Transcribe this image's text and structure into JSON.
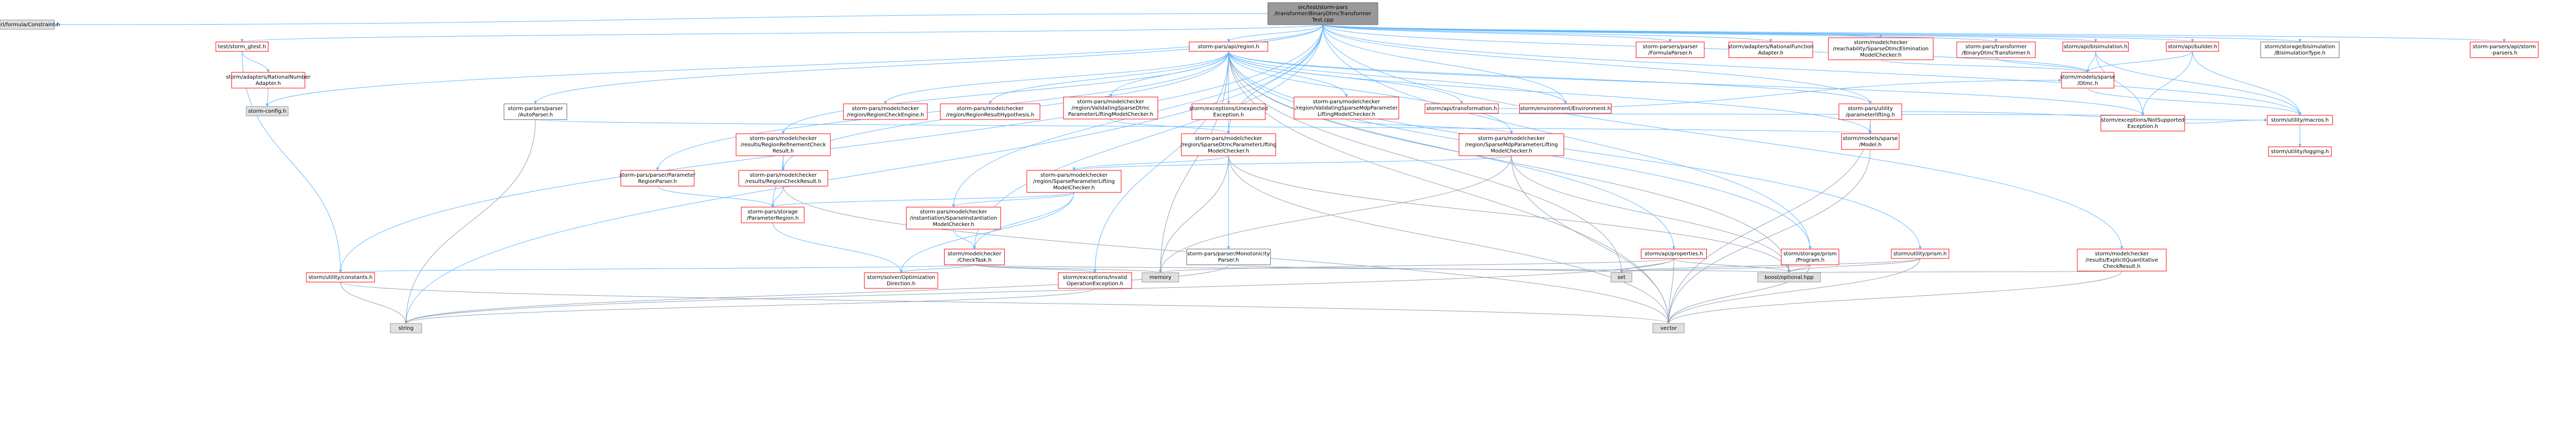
{
  "colors": {
    "root_fill": "#999999",
    "root_stroke": "#666666",
    "linked_fill": "#ffffff",
    "linked_stroke": "#ff0000",
    "linked_text": "#cc0000",
    "external_fill": "#e0e0e0",
    "external_stroke": "#999999",
    "text": "#000000",
    "edge_blue": "#63b8ff",
    "edge_gray": "#8ea1b5"
  },
  "nodes": [
    {
      "id": "root",
      "kind": "root",
      "lines": [
        "src/test/storm-pars",
        "/transformer/BinaryDtmcTransformer",
        "Test.cpp"
      ]
    },
    {
      "id": "carl",
      "kind": "external",
      "lines": [
        "carl/formula/Constraint.h"
      ]
    },
    {
      "id": "test_gtest",
      "kind": "linked",
      "lines": [
        "test/storm_gtest.h"
      ]
    },
    {
      "id": "rational_adapter",
      "kind": "linked",
      "lines": [
        "storm/adapters/RationalNumber",
        "Adapter.h"
      ]
    },
    {
      "id": "storm_config",
      "kind": "external",
      "lines": [
        "storm-config.h"
      ]
    },
    {
      "id": "auto_parser",
      "kind": "plain",
      "lines": [
        "storm-parsers/parser",
        "/AutoParser.h"
      ]
    },
    {
      "id": "api_region",
      "kind": "linked",
      "lines": [
        "storm-pars/api/region.h"
      ]
    },
    {
      "id": "region_check_engine",
      "kind": "linked",
      "lines": [
        "storm-pars/modelchecker",
        "/region/RegionCheckEngine.h"
      ]
    },
    {
      "id": "region_result_hypothesis",
      "kind": "linked",
      "lines": [
        "storm-pars/modelchecker",
        "/region/RegionResultHypothesis.h"
      ]
    },
    {
      "id": "validating_dtmc",
      "kind": "linked",
      "lines": [
        "storm-pars/modelchecker",
        "/region/ValidatingSparseDtmc",
        "ParameterLiftingModelChecker.h"
      ]
    },
    {
      "id": "unexpected_exception",
      "kind": "linked",
      "lines": [
        "storm/exceptions/Unexpected",
        "Exception.h"
      ]
    },
    {
      "id": "validating_mdp",
      "kind": "linked",
      "lines": [
        "storm-pars/modelchecker",
        "/region/ValidatingSparseMdpParameter",
        "LiftingModelChecker.h"
      ]
    },
    {
      "id": "api_transformation",
      "kind": "linked",
      "lines": [
        "storm/api/transformation.h"
      ]
    },
    {
      "id": "environment",
      "kind": "linked",
      "lines": [
        "storm/environment/Environment.h"
      ]
    },
    {
      "id": "formula_parser",
      "kind": "linked",
      "lines": [
        "storm-parsers/parser",
        "/FormulaParser.h"
      ]
    },
    {
      "id": "rational_function_adapter",
      "kind": "linked",
      "lines": [
        "storm/adapters/RationalFunction",
        "Adapter.h"
      ]
    },
    {
      "id": "reachability_dtmc",
      "kind": "linked",
      "lines": [
        "storm/modelchecker",
        "/reachability/SparseDtmcElimination",
        "ModelChecker.h"
      ]
    },
    {
      "id": "binary_dtmc_transformer",
      "kind": "linked",
      "lines": [
        "storm-pars/transformer",
        "/BinaryDtmcTransformer.h"
      ]
    },
    {
      "id": "api_bisimulation",
      "kind": "linked",
      "lines": [
        "storm/api/bisimulation.h"
      ]
    },
    {
      "id": "api_builder",
      "kind": "linked",
      "lines": [
        "storm/api/builder.h"
      ]
    },
    {
      "id": "bisimulation_type",
      "kind": "plain",
      "lines": [
        "storm/storage/bisimulation",
        "/BisimulationType.h"
      ]
    },
    {
      "id": "parsers_api",
      "kind": "linked",
      "lines": [
        "storm-parsers/api/storm",
        "-parsers.h"
      ]
    },
    {
      "id": "region_refinement",
      "kind": "linked",
      "lines": [
        "storm-pars/modelchecker",
        "/results/RegionRefinementCheck",
        "Result.h"
      ]
    },
    {
      "id": "region_check_result",
      "kind": "linked",
      "lines": [
        "storm-pars/modelchecker",
        "/results/RegionCheckResult.h"
      ]
    },
    {
      "id": "sparse_dtmc_lifting",
      "kind": "linked",
      "lines": [
        "storm-pars/modelchecker",
        "/region/SparseDtmcParameterLifting",
        "ModelChecker.h"
      ]
    },
    {
      "id": "sparse_mdp_lifting",
      "kind": "linked",
      "lines": [
        "storm-pars/modelchecker",
        "/region/SparseMdpParameterLifting",
        "ModelChecker.h"
      ]
    },
    {
      "id": "sparse_param_lifting",
      "kind": "linked",
      "lines": [
        "storm-pars/modelchecker",
        "/region/SparseParameterLifting",
        "ModelChecker.h"
      ]
    },
    {
      "id": "parameter_region_parser",
      "kind": "linked",
      "lines": [
        "storm-pars/parser/Parameter",
        "RegionParser.h"
      ]
    },
    {
      "id": "parameter_region",
      "kind": "linked",
      "lines": [
        "storm-pars/storage",
        "/ParameterRegion.h"
      ]
    },
    {
      "id": "sparse_instantiation",
      "kind": "linked",
      "lines": [
        "storm-pars/modelchecker",
        "/instantiation/SparseInstantiation",
        "ModelChecker.h"
      ]
    },
    {
      "id": "check_task",
      "kind": "linked",
      "lines": [
        "storm/modelchecker",
        "/CheckTask.h"
      ]
    },
    {
      "id": "monotonicity_parser",
      "kind": "plain",
      "lines": [
        "storm-pars/parser/Monotonicity",
        "Parser.h"
      ]
    },
    {
      "id": "api_properties",
      "kind": "linked",
      "lines": [
        "storm/api/properties.h"
      ]
    },
    {
      "id": "storage_prism_program",
      "kind": "linked",
      "lines": [
        "storm/storage/prism",
        "/Program.h"
      ]
    },
    {
      "id": "utility_prism",
      "kind": "linked",
      "lines": [
        "storm/utility/prism.h"
      ]
    },
    {
      "id": "explicit_quantitative",
      "kind": "linked",
      "lines": [
        "storm/modelchecker",
        "/results/ExplicitQuantitative",
        "CheckResult.h"
      ]
    },
    {
      "id": "parameter_lifting_util",
      "kind": "linked",
      "lines": [
        "storm-pars/utility",
        "/parameterlifting.h"
      ]
    },
    {
      "id": "models_sparse_model",
      "kind": "linked",
      "lines": [
        "storm/models/sparse",
        "/Model.h"
      ]
    },
    {
      "id": "models_sparse_dtmc",
      "kind": "linked",
      "lines": [
        "storm/models/sparse",
        "/Dtmc.h"
      ]
    },
    {
      "id": "not_supported_exception",
      "kind": "linked",
      "lines": [
        "storm/exceptions/NotSupported",
        "Exception.h"
      ]
    },
    {
      "id": "utility_macros",
      "kind": "linked",
      "lines": [
        "storm/utility/macros.h"
      ]
    },
    {
      "id": "utility_logging",
      "kind": "linked",
      "lines": [
        "storm/utility/logging.h"
      ]
    },
    {
      "id": "utility_constants",
      "kind": "linked",
      "lines": [
        "storm/utility/constants.h"
      ]
    },
    {
      "id": "solver_optimization",
      "kind": "linked",
      "lines": [
        "storm/solver/Optimization",
        "Direction.h"
      ]
    },
    {
      "id": "invalid_operation",
      "kind": "linked",
      "lines": [
        "storm/exceptions/Invalid",
        "OperationException.h"
      ]
    },
    {
      "id": "memory",
      "kind": "external",
      "lines": [
        "memory"
      ]
    },
    {
      "id": "set",
      "kind": "external",
      "lines": [
        "set"
      ]
    },
    {
      "id": "boost_optional",
      "kind": "external",
      "lines": [
        "boost/optional.hpp"
      ]
    },
    {
      "id": "string",
      "kind": "external",
      "lines": [
        "string"
      ]
    },
    {
      "id": "vector",
      "kind": "external",
      "lines": [
        "vector"
      ]
    }
  ],
  "edges": [
    [
      "root",
      "carl"
    ],
    [
      "root",
      "test_gtest"
    ],
    [
      "root",
      "storm_config"
    ],
    [
      "root",
      "auto_parser"
    ],
    [
      "root",
      "api_region"
    ],
    [
      "root",
      "formula_parser"
    ],
    [
      "root",
      "rational_function_adapter"
    ],
    [
      "root",
      "reachability_dtmc"
    ],
    [
      "root",
      "binary_dtmc_transformer"
    ],
    [
      "root",
      "api_bisimulation"
    ],
    [
      "root",
      "api_builder"
    ],
    [
      "root",
      "bisimulation_type"
    ],
    [
      "root",
      "parsers_api"
    ],
    [
      "root",
      "utility_constants"
    ],
    [
      "root",
      "string"
    ],
    [
      "root",
      "models_sparse_dtmc"
    ],
    [
      "root",
      "utility_macros"
    ],
    [
      "root",
      "parameter_lifting_util"
    ],
    [
      "root",
      "explicit_quantitative"
    ],
    [
      "root",
      "check_task"
    ],
    [
      "root",
      "sparse_instantiation"
    ],
    [
      "root",
      "storage_prism_program"
    ],
    [
      "root",
      "environment"
    ],
    [
      "root",
      "sparse_dtmc_lifting"
    ],
    [
      "test_gtest",
      "rational_adapter"
    ],
    [
      "test_gtest",
      "utility_constants"
    ],
    [
      "rational_adapter",
      "storm_config"
    ],
    [
      "auto_parser",
      "models_sparse_model"
    ],
    [
      "auto_parser",
      "string"
    ],
    [
      "api_region",
      "region_check_engine"
    ],
    [
      "api_region",
      "region_result_hypothesis"
    ],
    [
      "api_region",
      "validating_dtmc"
    ],
    [
      "api_region",
      "unexpected_exception"
    ],
    [
      "api_region",
      "validating_mdp"
    ],
    [
      "api_region",
      "api_transformation"
    ],
    [
      "api_region",
      "environment"
    ],
    [
      "api_region",
      "region_refinement"
    ],
    [
      "api_region",
      "region_check_result"
    ],
    [
      "api_region",
      "sparse_dtmc_lifting"
    ],
    [
      "api_region",
      "sparse_mdp_lifting"
    ],
    [
      "api_region",
      "parameter_region_parser"
    ],
    [
      "api_region",
      "monotonicity_parser"
    ],
    [
      "api_region",
      "api_properties"
    ],
    [
      "api_region",
      "utility_prism"
    ],
    [
      "api_region",
      "memory"
    ],
    [
      "api_region",
      "boost_optional"
    ],
    [
      "api_region",
      "parameter_lifting_util"
    ],
    [
      "api_region",
      "not_supported_exception"
    ],
    [
      "api_region",
      "invalid_operation"
    ],
    [
      "api_region",
      "set"
    ],
    [
      "api_region",
      "vector"
    ],
    [
      "api_region",
      "models_sparse_model"
    ],
    [
      "api_region",
      "storage_prism_program"
    ],
    [
      "validating_dtmc",
      "sparse_dtmc_lifting"
    ],
    [
      "validating_mdp",
      "sparse_mdp_lifting"
    ],
    [
      "sparse_dtmc_lifting",
      "sparse_param_lifting"
    ],
    [
      "sparse_dtmc_lifting",
      "vector"
    ],
    [
      "sparse_dtmc_lifting",
      "memory"
    ],
    [
      "sparse_dtmc_lifting",
      "boost_optional"
    ],
    [
      "sparse_mdp_lifting",
      "sparse_param_lifting"
    ],
    [
      "sparse_mdp_lifting",
      "vector"
    ],
    [
      "sparse_mdp_lifting",
      "memory"
    ],
    [
      "sparse_mdp_lifting",
      "boost_optional"
    ],
    [
      "sparse_param_lifting",
      "parameter_region"
    ],
    [
      "sparse_param_lifting",
      "sparse_instantiation"
    ],
    [
      "sparse_param_lifting",
      "check_task"
    ],
    [
      "sparse_param_lifting",
      "solver_optimization"
    ],
    [
      "region_refinement",
      "region_check_result"
    ],
    [
      "region_refinement",
      "parameter_region"
    ],
    [
      "region_check_result",
      "parameter_region"
    ],
    [
      "region_check_result",
      "vector"
    ],
    [
      "parameter_region_parser",
      "parameter_region"
    ],
    [
      "parameter_region",
      "solver_optimization"
    ],
    [
      "sparse_instantiation",
      "check_task"
    ],
    [
      "check_task",
      "utility_constants"
    ],
    [
      "check_task",
      "solver_optimization"
    ],
    [
      "check_task",
      "invalid_operation"
    ],
    [
      "check_task",
      "boost_optional"
    ],
    [
      "check_task",
      "memory"
    ],
    [
      "monotonicity_parser",
      "string"
    ],
    [
      "monotonicity_parser",
      "set"
    ],
    [
      "api_properties",
      "set"
    ],
    [
      "api_properties",
      "boost_optional"
    ],
    [
      "api_properties",
      "vector"
    ],
    [
      "api_properties",
      "memory"
    ],
    [
      "api_properties",
      "string"
    ],
    [
      "storage_prism_program",
      "set"
    ],
    [
      "storage_prism_program",
      "boost_optional"
    ],
    [
      "storage_prism_program",
      "vector"
    ],
    [
      "utility_prism",
      "vector"
    ],
    [
      "utility_prism",
      "boost_optional"
    ],
    [
      "utility_prism",
      "set"
    ],
    [
      "explicit_quantitative",
      "vector"
    ],
    [
      "explicit_quantitative",
      "boost_optional"
    ],
    [
      "api_transformation",
      "models_sparse_dtmc"
    ],
    [
      "api_transformation",
      "not_supported_exception"
    ],
    [
      "parameter_lifting_util",
      "models_sparse_model"
    ],
    [
      "parameter_lifting_util",
      "utility_macros"
    ],
    [
      "parameter_lifting_util",
      "vector"
    ],
    [
      "models_sparse_model",
      "vector"
    ],
    [
      "models_sparse_dtmc",
      "utility_macros"
    ],
    [
      "not_supported_exception",
      "utility_macros"
    ],
    [
      "utility_macros",
      "utility_logging"
    ],
    [
      "api_bisimulation",
      "models_sparse_dtmc"
    ],
    [
      "api_bisimulation",
      "not_supported_exception"
    ],
    [
      "api_bisimulation",
      "utility_macros"
    ],
    [
      "api_builder",
      "models_sparse_dtmc"
    ],
    [
      "api_builder",
      "not_supported_exception"
    ],
    [
      "api_builder",
      "utility_macros"
    ],
    [
      "binary_dtmc_transformer",
      "models_sparse_dtmc"
    ],
    [
      "reachability_dtmc",
      "models_sparse_dtmc"
    ],
    [
      "utility_constants",
      "string"
    ],
    [
      "utility_constants",
      "vector"
    ],
    [
      "invalid_operation",
      "string"
    ]
  ]
}
